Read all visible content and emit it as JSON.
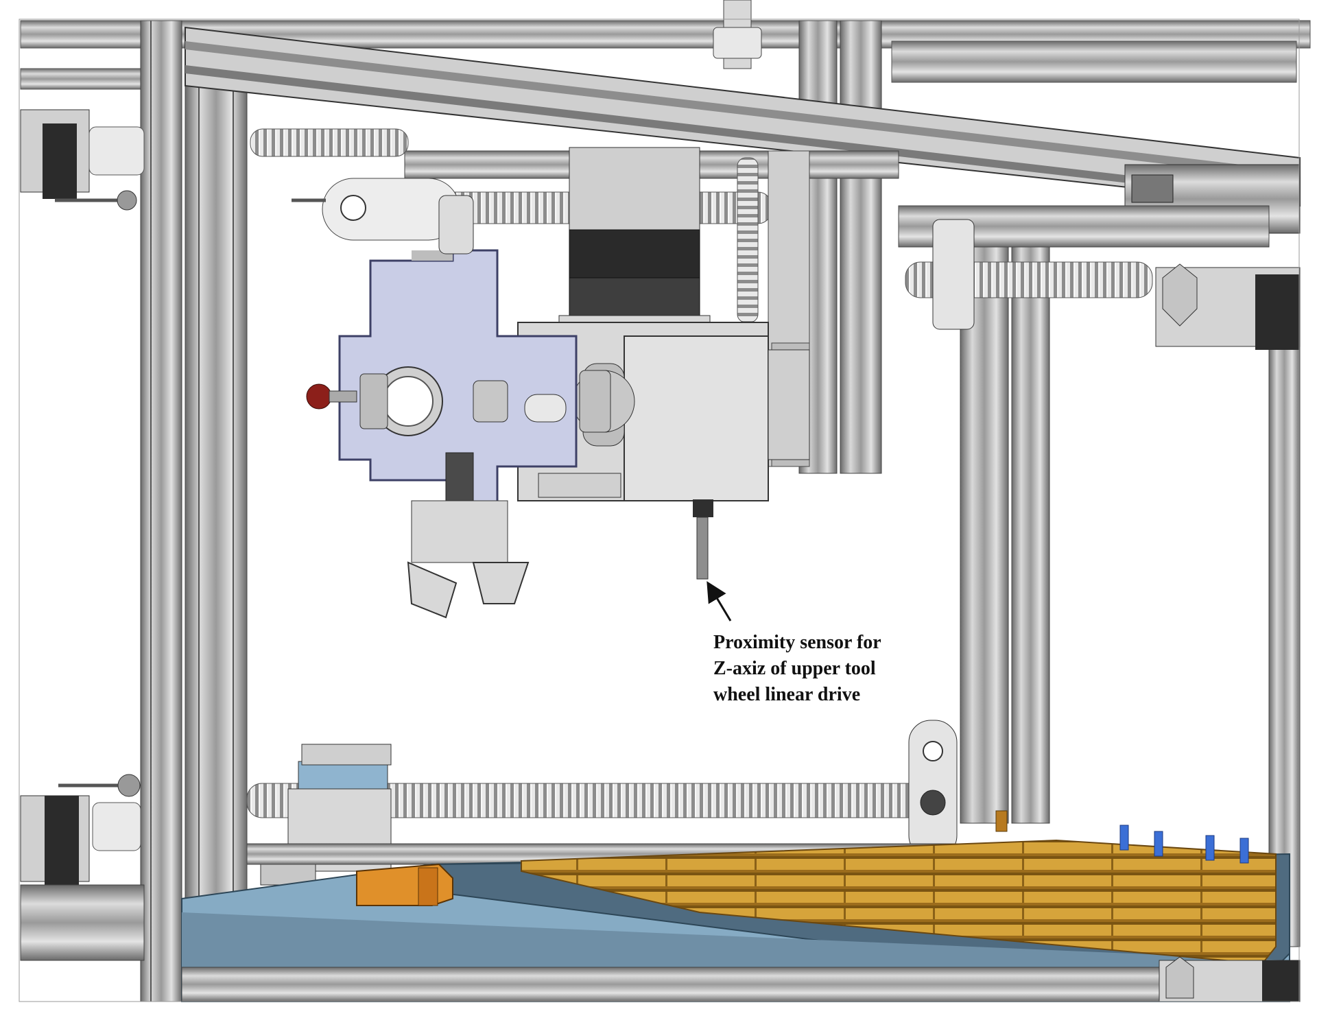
{
  "figure": {
    "annotation": {
      "lines": [
        "Proximity sensor for",
        "Z-axiz of upper tool",
        "wheel linear drive"
      ]
    },
    "colors": {
      "frame_light": "#d6d6d6",
      "frame_mid": "#a9a9a9",
      "frame_dark": "#6f6f6f",
      "motor_black": "#2b2b2b",
      "tool_plate": "#c9cde6",
      "tool_plate_edge": "#7b80a6",
      "table_blue": "#86abc4",
      "table_dark": "#4f6b80",
      "tray_gold": "#d8a43a",
      "block_orange": "#e0902a",
      "clamp_blue": "#3b6fd6"
    },
    "icons": [
      "motor-icon",
      "lead-screw-icon",
      "gripper-icon",
      "proximity-sensor-icon",
      "arrow-icon"
    ]
  }
}
